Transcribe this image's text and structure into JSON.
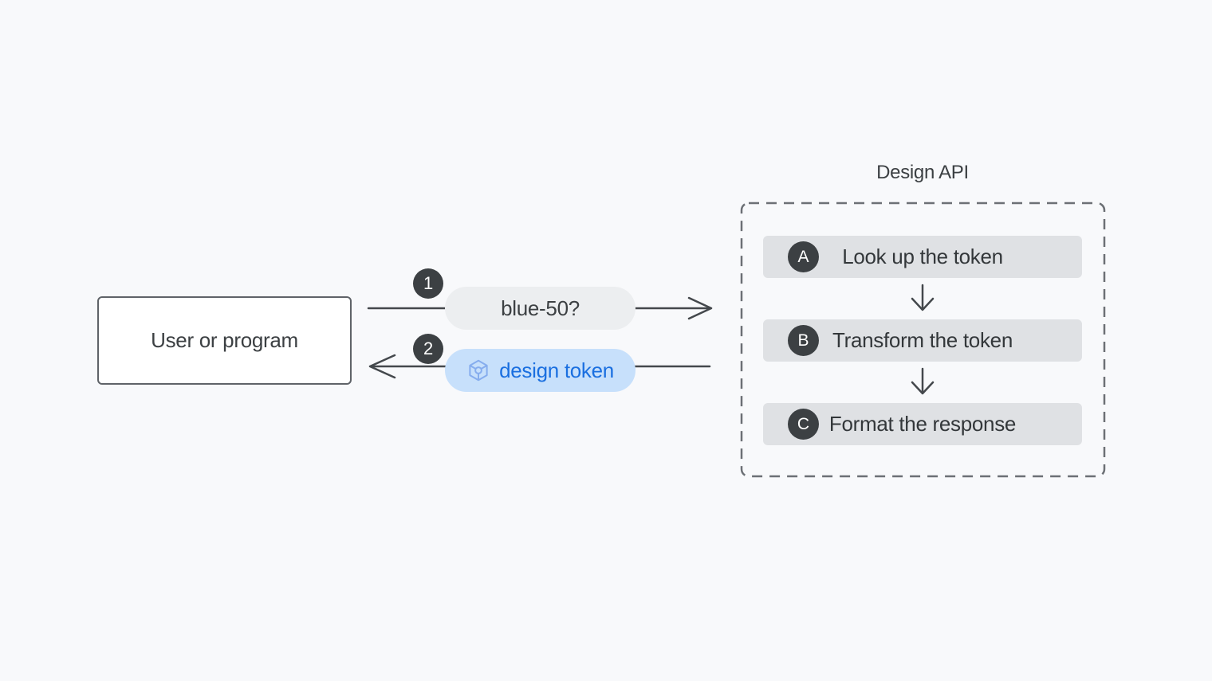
{
  "diagram": {
    "actor": {
      "label": "User or program"
    },
    "request": {
      "badge": "1",
      "label": "blue-50?"
    },
    "response": {
      "badge": "2",
      "label": "design token",
      "icon": "token-cube-icon"
    },
    "api": {
      "title": "Design API",
      "steps": [
        {
          "badge": "A",
          "label": "Look up the token"
        },
        {
          "badge": "B",
          "label": "Transform the token"
        },
        {
          "badge": "C",
          "label": "Format the response"
        }
      ]
    },
    "colors": {
      "background": "#f8f9fb",
      "accent_blue_text": "#1a6fe0",
      "accent_blue_fill": "#c7e0fb",
      "icon_blue": "#86adee",
      "badge_dark": "#3c4043",
      "neutral_pill": "#eceef0",
      "step_fill": "#dfe1e4",
      "line": "#44484c"
    }
  }
}
